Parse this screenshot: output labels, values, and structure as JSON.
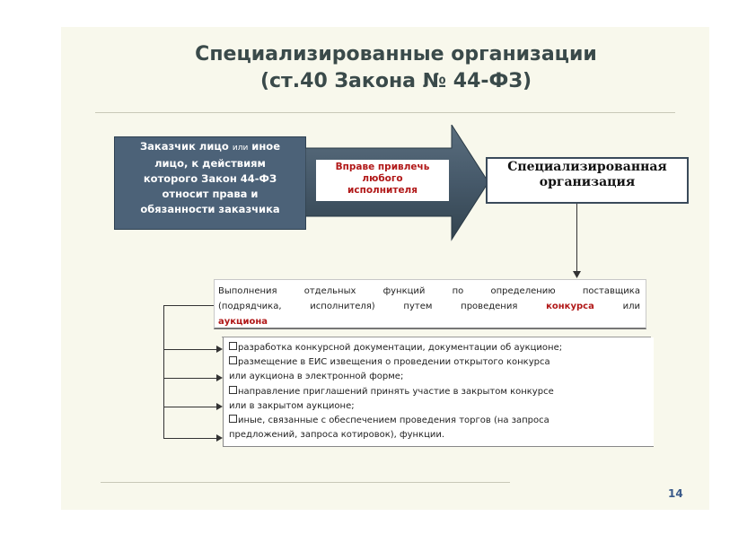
{
  "slide": {
    "title_line1": "Специализированные организации",
    "title_line2": "(ст.40 Закона № 44-ФЗ)",
    "customer_box": {
      "line1_a": "Заказчик лицо ",
      "line1_ili": "или",
      "line1_b": " иное",
      "line2": "лицо, к действиям",
      "line3": "которого Закон 44-ФЗ",
      "line4": "относит права и",
      "line5": "обязанности заказчика"
    },
    "arrow_label": {
      "line1": "Вправе привлечь",
      "line2": "любого",
      "line3": "исполнителя"
    },
    "spec_box": {
      "line1": "Специализированная",
      "line2": "организация"
    },
    "functions_box": {
      "line1_words": [
        "Выполнения",
        "отдельных",
        "функций",
        "по",
        "определению",
        "поставщика"
      ],
      "line2_words": [
        "(подрядчика,",
        "исполнителя)",
        "путем",
        "проведения"
      ],
      "line2_red": "конкурса",
      "line2_tail": "или",
      "line3_red": "аукциона"
    },
    "list_items": [
      "разработка конкурсной документации, документации об аукционе;",
      "размещение в ЕИС извещения о проведении открытого конкурса",
      "или аукциона в электронной форме;",
      "направление приглашений принять участие в закрытом конкурсе",
      "или в закрытом аукционе;",
      "иные, связанные с обеспечением проведения торгов (на запроса",
      "предложений, запроса котировок), функции."
    ],
    "page_number": "14"
  },
  "colors": {
    "customer_bg": "#4c6278",
    "accent_red": "#b11818",
    "title_text": "#3a4a4a",
    "page_number": "#3a5a8a"
  }
}
